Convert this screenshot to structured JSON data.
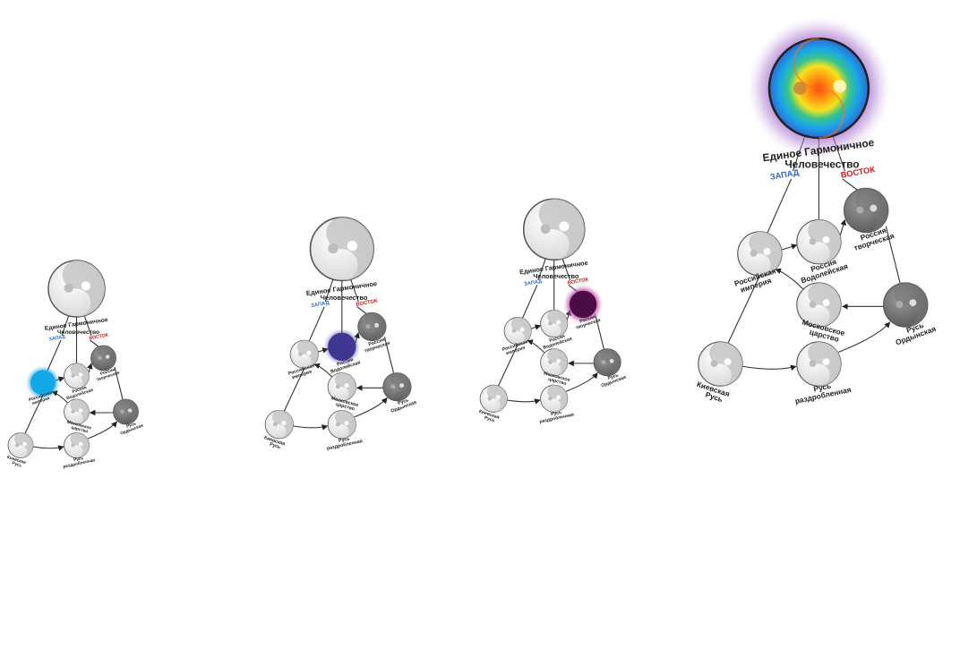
{
  "labels": {
    "unity_line1": "Единое Гармоничное",
    "unity_line2": "Человечество",
    "west": "ЗАПАД",
    "east": "ВОСТОК",
    "kiev_1": "Киевская",
    "kiev_2": "Русь",
    "empire_1": "Российская",
    "empire_2": "империя",
    "aquarius_1": "Россия",
    "aquarius_2": "Водолейская",
    "creative_1": "Россия",
    "creative_2": "творческая",
    "moscow_1": "Московское",
    "moscow_2": "царство",
    "horde_1": "Русь",
    "horde_2": "Ордынская",
    "fragmented_1": "Русь",
    "fragmented_2": "раздробленная"
  },
  "diagrams": [
    {
      "stage": 1,
      "highlight": "Российская империя",
      "highlight_color": "#1aa8e6"
    },
    {
      "stage": 2,
      "highlight": "Россия Водолейская",
      "highlight_color": "#4a3f9a"
    },
    {
      "stage": 3,
      "highlight": "Россия творческая",
      "highlight_color": "#5a1050"
    },
    {
      "stage": 4,
      "highlight": "Единое Гармоничное Человечество",
      "highlight_color": "#f2a51a"
    }
  ]
}
